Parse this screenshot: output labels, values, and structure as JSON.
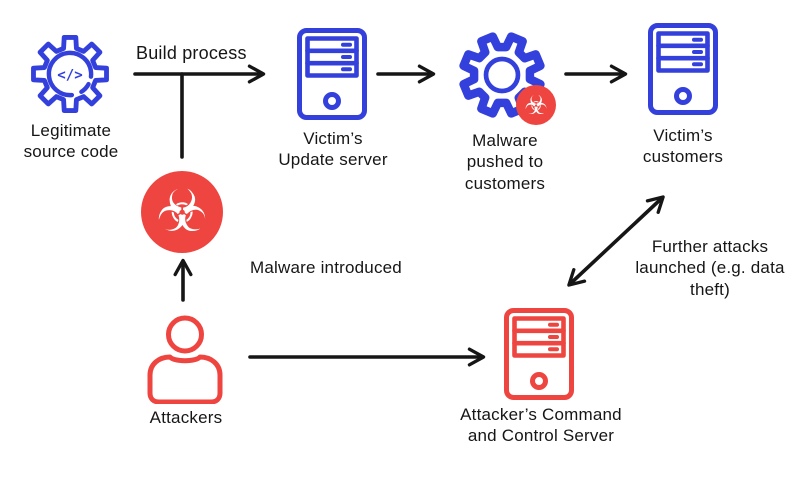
{
  "title": "Supply chain attack flow diagram",
  "colors": {
    "blue": "#3340DB",
    "red": "#EE4540",
    "ink": "#161616",
    "background": "#FFFFFF"
  },
  "nodes": {
    "source_code": {
      "label": "Legitimate\nsource code",
      "icon": "gear-code"
    },
    "update_server": {
      "label": "Victim’s\nUpdate server",
      "icon": "server-blue"
    },
    "malware_pushed": {
      "label": "Malware\npushed to\ncustomers",
      "icon": "gear-biohazard-badge"
    },
    "customers": {
      "label": "Victim’s\ncustomers",
      "icon": "server-blue"
    },
    "malware": {
      "label": "",
      "icon": "biohazard-circle"
    },
    "attackers": {
      "label": "Attackers",
      "icon": "person-red"
    },
    "cc_server": {
      "label": "Attacker’s Command\nand Control Server",
      "icon": "server-red"
    }
  },
  "annotations": {
    "build_process": "Build process",
    "malware_introduced": "Malware introduced",
    "further_attacks": "Further attacks\nlaunched (e.g. data\ntheft)"
  },
  "icons": {
    "code_glyph": "</>",
    "biohazard_glyph": "☣"
  }
}
